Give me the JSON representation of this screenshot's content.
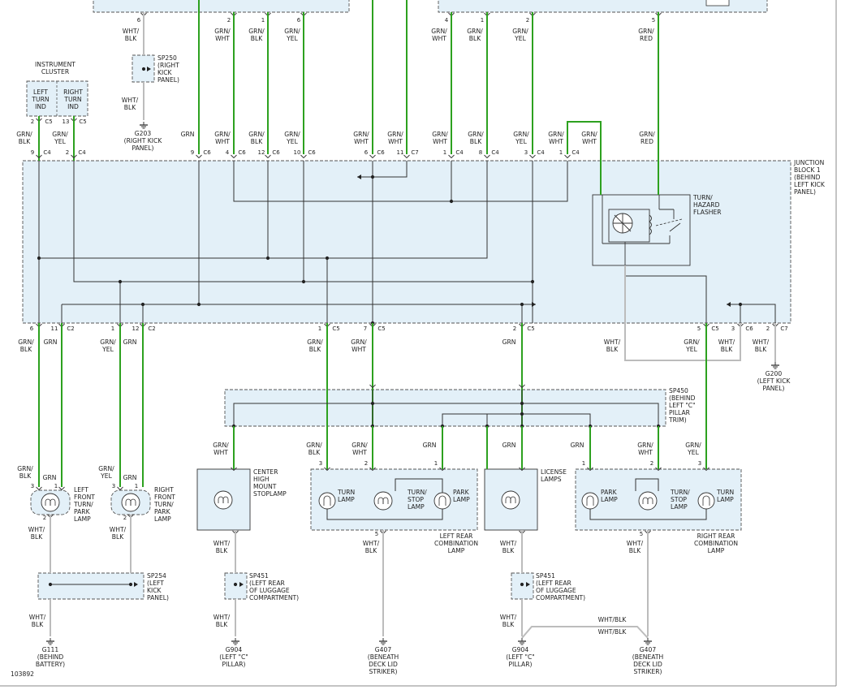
{
  "diagram_id": "103892",
  "components": {
    "instrument_cluster": {
      "title": [
        "INSTRUMENT",
        "CLUSTER"
      ],
      "left": [
        "LEFT",
        "TURN",
        "IND"
      ],
      "right": [
        "RIGHT",
        "TURN",
        "IND"
      ]
    },
    "junction_block": [
      "JUNCTION",
      "BLOCK 1",
      "(BEHIND",
      "LEFT KICK",
      "PANEL)"
    ],
    "flasher": [
      "TURN/",
      "HAZARD",
      "FLASHER"
    ],
    "sp250": [
      "SP250",
      "(RIGHT",
      "KICK",
      "PANEL)"
    ],
    "sp450": [
      "SP450",
      "(BEHIND",
      "LEFT \"C\"",
      "PILLAR",
      "TRIM)"
    ],
    "sp254": [
      "SP254",
      "(LEFT",
      "KICK",
      "PANEL)"
    ],
    "sp451_a": [
      "SP451",
      "(LEFT REAR",
      "OF LUGGAGE",
      "COMPARTMENT)"
    ],
    "sp451_b": [
      "SP451",
      "(LEFT REAR",
      "OF LUGGAGE",
      "COMPARTMENT)"
    ],
    "left_front_lamp": [
      "LEFT",
      "FRONT",
      "TURN/",
      "PARK",
      "LAMP"
    ],
    "right_front_lamp": [
      "RIGHT",
      "FRONT",
      "TURN/",
      "PARK",
      "LAMP"
    ],
    "chmsl": [
      "CENTER",
      "HIGH",
      "MOUNT",
      "STOPLAMP"
    ],
    "license": [
      "LICENSE",
      "LAMPS"
    ],
    "left_rear": {
      "title": [
        "LEFT REAR",
        "COMBINATION",
        "LAMP"
      ],
      "turn": [
        "TURN",
        "LAMP"
      ],
      "stop": [
        "TURN/",
        "STOP",
        "LAMP"
      ],
      "park": [
        "PARK",
        "LAMP"
      ]
    },
    "right_rear": {
      "title": [
        "RIGHT REAR",
        "COMBINATION",
        "LAMP"
      ],
      "park": [
        "PARK",
        "LAMP"
      ],
      "stop": [
        "TURN/",
        "STOP",
        "LAMP"
      ],
      "turn": [
        "TURN",
        "LAMP"
      ]
    }
  },
  "grounds": {
    "g203": [
      "G203",
      "(RIGHT KICK",
      "PANEL)"
    ],
    "g200": [
      "G200",
      "(LEFT KICK",
      "PANEL)"
    ],
    "g111": [
      "G111",
      "(BEHIND",
      "BATTERY)"
    ],
    "g904_a": [
      "G904",
      "(LEFT \"C\"",
      "PILLAR)"
    ],
    "g407_a": [
      "G407",
      "(BENEATH",
      "DECK LID",
      "STRIKER)"
    ],
    "g904_b": [
      "G904",
      "(LEFT \"C\"",
      "PILLAR)"
    ],
    "g407_b": [
      "G407",
      "(BENEATH",
      "DECK LID",
      "STRIKER)"
    ]
  },
  "wires": {
    "top": [
      {
        "pin": "6",
        "color": [
          "WHT/",
          "BLK"
        ]
      },
      {
        "pin": "2",
        "color": [
          "GRN/",
          "WHT"
        ]
      },
      {
        "pin": "1",
        "color": [
          "GRN/",
          "BLK"
        ]
      },
      {
        "pin": "6",
        "color": [
          "GRN/",
          "YEL"
        ]
      },
      {
        "pin": "4",
        "color": [
          "GRN/",
          "WHT"
        ]
      },
      {
        "pin": "1",
        "color": [
          "GRN/",
          "BLK"
        ]
      },
      {
        "pin": "2",
        "color": [
          "GRN/",
          "YEL"
        ]
      },
      {
        "pin": "5",
        "color": [
          "GRN/",
          "RED"
        ]
      }
    ],
    "sp250_out": [
      "WHT/",
      "BLK"
    ],
    "cluster_left": {
      "pin": "2",
      "conn": "C5",
      "color": [
        "GRN/",
        "BLK"
      ]
    },
    "cluster_right": {
      "pin": "13",
      "conn": "C5",
      "color": [
        "GRN/",
        "YEL"
      ]
    },
    "jb_top": [
      {
        "pin": "9",
        "conn": "C4",
        "color": []
      },
      {
        "pin": "2",
        "conn": "C4",
        "color": []
      },
      {
        "pin": "9",
        "conn": "C6",
        "color": [
          "GRN"
        ]
      },
      {
        "pin": "4",
        "conn": "C6",
        "color": [
          "GRN/",
          "WHT"
        ]
      },
      {
        "pin": "12",
        "conn": "C6",
        "color": [
          "GRN/",
          "BLK"
        ]
      },
      {
        "pin": "10",
        "conn": "C6",
        "color": [
          "GRN/",
          "YEL"
        ]
      },
      {
        "pin": "6",
        "conn": "C6",
        "color": [
          "GRN/",
          "WHT"
        ]
      },
      {
        "pin": "11",
        "conn": "C7",
        "color": [
          "GRN/",
          "WHT"
        ]
      },
      {
        "pin": "1",
        "conn": "C4",
        "color": [
          "GRN/",
          "WHT"
        ]
      },
      {
        "pin": "8",
        "conn": "C4",
        "color": [
          "GRN/",
          "BLK"
        ]
      },
      {
        "pin": "3",
        "conn": "C4",
        "color": [
          "GRN/",
          "YEL"
        ]
      },
      {
        "pin": "1",
        "conn": "C4",
        "color": [
          "GRN/",
          "WHT"
        ]
      },
      {
        "pin": "",
        "conn": "",
        "color": [
          "GRN/",
          "WHT"
        ]
      },
      {
        "pin": "",
        "conn": "",
        "color": [
          "GRN/",
          "RED"
        ]
      }
    ],
    "jb_bottom": [
      {
        "pin": "6",
        "conn": "",
        "color": [
          "GRN/",
          "BLK"
        ]
      },
      {
        "pin": "11",
        "conn": "C2",
        "color": [
          "GRN"
        ]
      },
      {
        "pin": "1",
        "conn": "",
        "color": [
          "GRN/",
          "YEL"
        ]
      },
      {
        "pin": "12",
        "conn": "C2",
        "color": [
          "GRN"
        ]
      },
      {
        "pin": "1",
        "conn": "C5",
        "color": [
          "GRN/",
          "BLK"
        ]
      },
      {
        "pin": "7",
        "conn": "C5",
        "color": [
          "GRN/",
          "WHT"
        ]
      },
      {
        "pin": "2",
        "conn": "C5",
        "color": [
          "GRN"
        ]
      },
      {
        "pin": "5",
        "conn": "C5",
        "color": [
          "GRN/",
          "YEL"
        ]
      },
      {
        "pin": "3",
        "conn": "C6",
        "color": [
          "WHT/",
          "BLK"
        ]
      },
      {
        "pin": "2",
        "conn": "C7",
        "color": [
          "WHT/",
          "BLK"
        ]
      }
    ],
    "flasher_out": [
      "WHT/",
      "BLK"
    ],
    "front_left": [
      {
        "pin": "3",
        "color": [
          "GRN/",
          "BLK"
        ]
      },
      {
        "pin": "1",
        "color": [
          "GRN"
        ]
      },
      {
        "pin": "2",
        "color": [
          "WHT/",
          "BLK"
        ]
      }
    ],
    "front_right": [
      {
        "pin": "3",
        "color": [
          "GRN/",
          "YEL"
        ]
      },
      {
        "pin": "1",
        "color": [
          "GRN"
        ]
      },
      {
        "pin": "2",
        "color": [
          "WHT/",
          "BLK"
        ]
      }
    ],
    "rear": [
      {
        "pin": "",
        "color": [
          "GRN/",
          "WHT"
        ]
      },
      {
        "pin": "3",
        "color": [
          "GRN/",
          "BLK"
        ]
      },
      {
        "pin": "2",
        "color": [
          "GRN/",
          "WHT"
        ]
      },
      {
        "pin": "1",
        "color": [
          "GRN"
        ]
      },
      {
        "pin": "",
        "color": [
          "GRN"
        ]
      },
      {
        "pin": "1",
        "color": [
          "GRN"
        ]
      },
      {
        "pin": "2",
        "color": [
          "GRN/",
          "WHT"
        ]
      },
      {
        "pin": "3",
        "color": [
          "GRN/",
          "YEL"
        ]
      }
    ],
    "bottom": [
      {
        "pin": "",
        "color": [
          "WHT/",
          "BLK"
        ]
      },
      {
        "pin": "",
        "color": [
          "WHT/",
          "BLK"
        ]
      },
      {
        "pin": "",
        "color": [
          "WHT/",
          "BLK"
        ]
      },
      {
        "pin": "",
        "color": [
          "WHT/",
          "BLK"
        ]
      },
      {
        "pin": "",
        "color": [
          "WHT/",
          "BLK"
        ]
      },
      {
        "pin": "",
        "color": [
          "WHT/",
          "BLK"
        ]
      },
      {
        "pin": "",
        "color": [
          "WHT/",
          "BLK"
        ]
      }
    ],
    "pin5_left": "5",
    "pin5_right": "5",
    "crossover": [
      [
        "WHT/BLK"
      ],
      [
        "WHT/BLK"
      ]
    ]
  },
  "colors": {
    "green": "#2da11f",
    "gray": "#bcbcbc",
    "box": "#e3f0f8"
  }
}
